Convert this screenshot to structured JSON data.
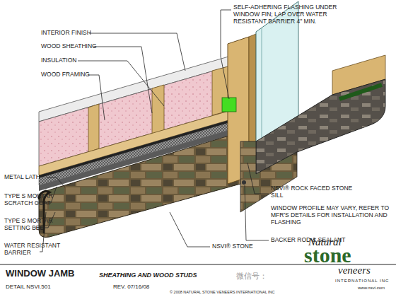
{
  "diagram": {
    "title": "WINDOW JAMB",
    "labels": [
      "INTERIOR FINISH",
      "WOOD SHEATHING",
      "INSULATION",
      "WOOD FRAMING",
      "METAL LATH",
      "TYPE S MORTAR SCRATCH COAT",
      "TYPE S MORTAR SETTING BED",
      "WATER RESISTANT BARRIER",
      "SELF-ADHERING FLASHING UNDER WINDOW FIN; LAP OVER WATER RESISTANT BARRIER 4\" MIN.",
      "NSVI® ROCK FACED STONE SILL",
      "WINDOW PROFILE MAY VARY, REFER TO MFR'S DETAILS FOR INSTALLATION AND FLASHING",
      "BACKER ROD & SEALANT",
      "NSVI® STONE",
      "SHEATHING AND WOOD STUDS",
      "DETAIL NSVI.501",
      "REV. 07/16/08",
      "Natural",
      "stone",
      "veneers",
      "INTERNATIONAL INC",
      "www.nsvi.com",
      "© 2008 NATURAL STONE VENEERS INTERNATIONAL INC",
      "微信号："
    ]
  }
}
